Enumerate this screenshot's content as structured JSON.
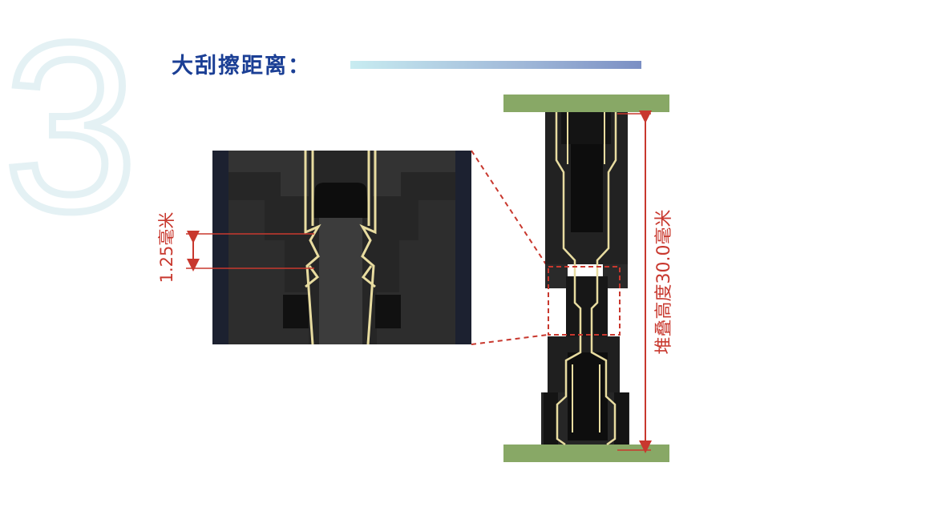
{
  "step_number": "3",
  "title": "大刮擦距离：",
  "dimensions": {
    "wipe_distance_label": "1.25毫米",
    "stack_height_label": "堆叠高度30.0毫米"
  },
  "colors": {
    "title": "#1b3f95",
    "annotation_red": "#c8382e",
    "pcb_green": "#88a866",
    "housing_dark": "#262626",
    "contact_gold": "#e8dca0",
    "step_number_outline": "#e4f1f4"
  }
}
